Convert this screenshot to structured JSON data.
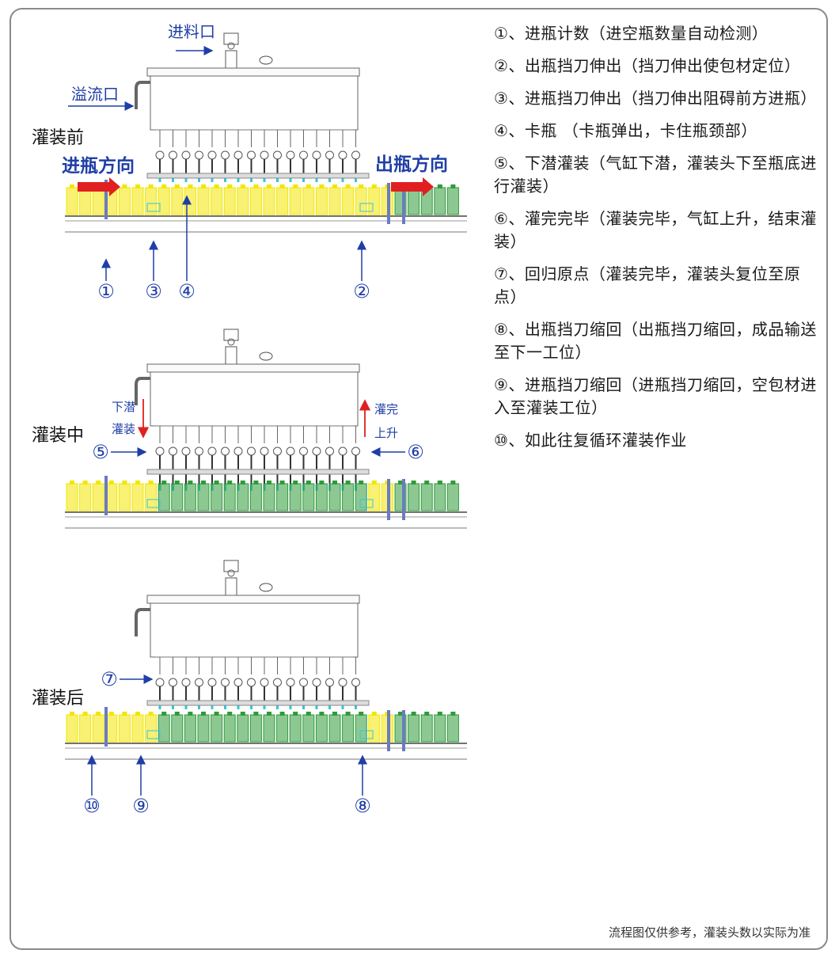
{
  "stages": {
    "before": "灌装前",
    "during": "灌装中",
    "after": "灌装后"
  },
  "labels": {
    "inlet": "进料口",
    "overflow": "溢流口",
    "in_direction": "进瓶方向",
    "out_direction": "出瓶方向",
    "descend": [
      "下潜",
      "灌装"
    ],
    "rise": [
      "灌完",
      "上升"
    ]
  },
  "markers": [
    "①",
    "②",
    "③",
    "④",
    "⑤",
    "⑥",
    "⑦",
    "⑧",
    "⑨",
    "⑩"
  ],
  "steps": [
    "①、进瓶计数（进空瓶数量自动检测）",
    "②、出瓶挡刀伸出（挡刀伸出使包材定位）",
    "③、进瓶挡刀伸出（挡刀伸出阻碍前方进瓶）",
    "④、卡瓶 （卡瓶弹出，卡住瓶颈部）",
    "⑤、下潜灌装（气缸下潜，灌装头下至瓶底进行灌装）",
    "⑥、灌完完毕（灌装完毕，气缸上升，结束灌装）",
    "⑦、回归原点（灌装完毕，灌装头复位至原点）",
    "⑧、出瓶挡刀缩回（出瓶挡刀缩回，成品输送至下一工位）",
    "⑨、进瓶挡刀缩回（进瓶挡刀缩回，空包材进入至灌装工位）",
    "⑩、如此往复循环灌装作业"
  ],
  "footnote": "流程图仅供参考，灌装头数以实际为准",
  "colors": {
    "accent_blue": "#1f3fa6",
    "arrow_red": "#e02020",
    "empty_bottle": "#f2e600",
    "full_bottle": "#2f9a3a",
    "nozzle_cyan": "#35c6d6",
    "frame": "#8a8a8a"
  }
}
